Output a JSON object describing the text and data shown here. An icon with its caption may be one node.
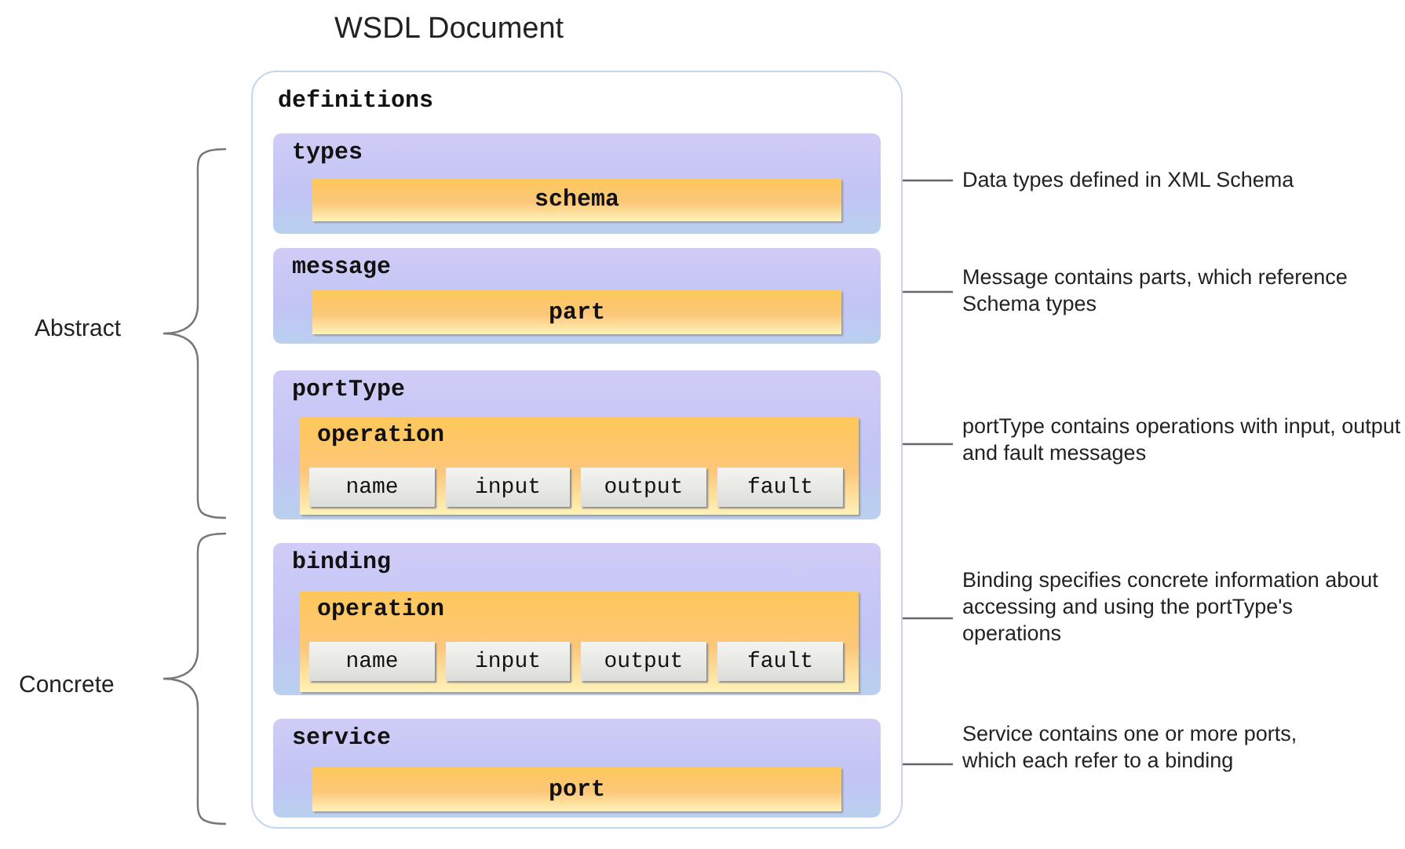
{
  "diagram": {
    "title": "WSDL Document",
    "nodes": [
      {
        "text": [
          "definitions"
        ]
      },
      {
        "text": [
          "types"
        ],
        "in": 0
      },
      {
        "text": [
          "schema"
        ],
        "in": 1
      },
      {
        "text": [
          "message"
        ],
        "in": 0
      },
      {
        "text": [
          "part"
        ],
        "in": 3
      },
      {
        "text": [
          "portType"
        ],
        "in": 0
      },
      {
        "text": [
          "operation"
        ],
        "in": 5
      },
      {
        "text": [
          "name"
        ],
        "in": 6
      },
      {
        "text": [
          "input"
        ],
        "in": 6
      },
      {
        "text": [
          "output"
        ],
        "in": 6
      },
      {
        "text": [
          "fault"
        ],
        "in": 6
      },
      {
        "text": [
          "binding"
        ],
        "in": 0
      },
      {
        "text": [
          "operation"
        ],
        "in": 11
      },
      {
        "text": [
          "name"
        ],
        "in": 12
      },
      {
        "text": [
          "input"
        ],
        "in": 12
      },
      {
        "text": [
          "output"
        ],
        "in": 12
      },
      {
        "text": [
          "fault"
        ],
        "in": 12
      },
      {
        "text": [
          "service"
        ],
        "in": 0
      },
      {
        "text": [
          "port"
        ],
        "in": 17
      },
      {
        "text": [
          "Data types defined in XML Schema"
        ]
      },
      {
        "text": [
          "Message contains parts, which reference Schema types"
        ]
      },
      {
        "text": [
          "portType contains operations with input, output and fault messages"
        ]
      },
      {
        "text": [
          "Binding specifies concrete information about accessing and using the portType's operations"
        ]
      },
      {
        "text": [
          "Service contains one or more ports, which each refer to a binding"
        ]
      }
    ],
    "edges": [
      {
        "from": 19,
        "to": 1,
        "arrow": "none"
      },
      {
        "from": 20,
        "to": 3,
        "arrow": "none"
      },
      {
        "from": 21,
        "to": 5,
        "arrow": "none"
      },
      {
        "from": 22,
        "to": 11,
        "arrow": "none"
      },
      {
        "from": 23,
        "to": 17,
        "arrow": "none"
      }
    ],
    "labels": [
      "Abstract",
      "Concrete"
    ]
  }
}
